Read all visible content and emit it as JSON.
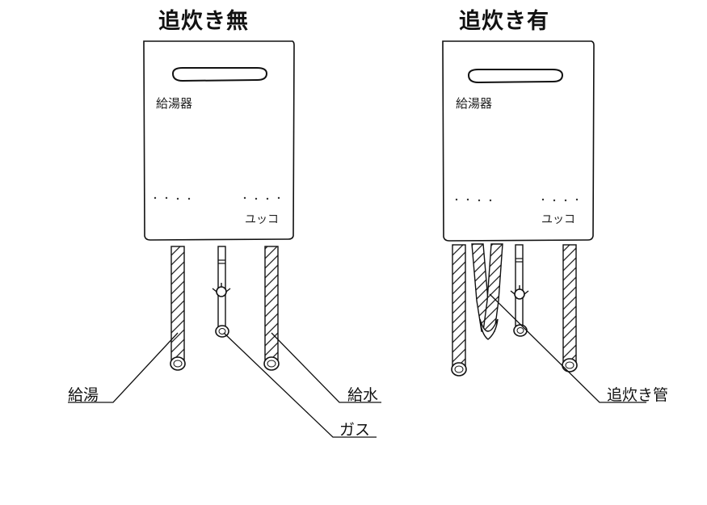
{
  "diagram": {
    "left": {
      "title": "追炊き無",
      "heater_label": "給湯器",
      "brand": "ユッコ"
    },
    "right": {
      "title": "追炊き有",
      "heater_label": "給湯器",
      "brand": "ユッコ"
    },
    "callouts": {
      "hot_water": "給湯",
      "water_supply": "給水",
      "gas": "ガス",
      "reheat_pipe": "追炊き管"
    }
  }
}
